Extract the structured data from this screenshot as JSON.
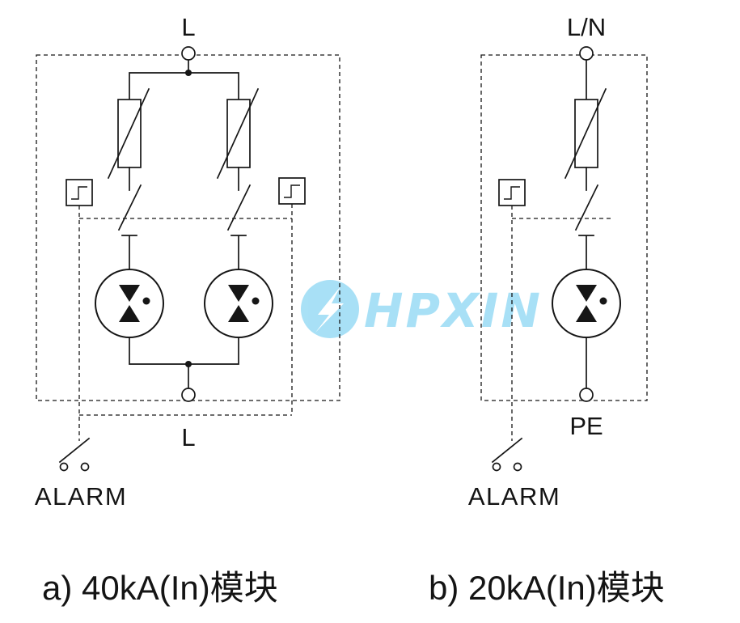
{
  "watermark": {
    "text": "HPXIN"
  },
  "colors": {
    "watermark_blue": "#54c3ee",
    "line": "#161616"
  },
  "module_a": {
    "caption": "a) 40kA(In)模块",
    "top_terminal_label": "L",
    "bottom_terminal_label": "L",
    "alarm_label": "ALARM"
  },
  "module_b": {
    "caption": "b) 20kA(In)模块",
    "top_terminal_label": "L/N",
    "bottom_terminal_label": "PE",
    "alarm_label": "ALARM"
  }
}
